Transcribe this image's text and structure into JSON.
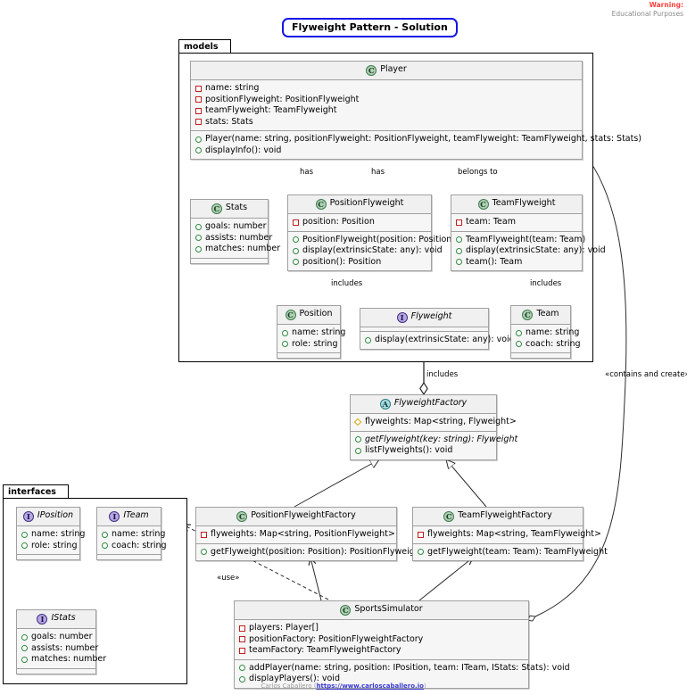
{
  "warning": {
    "line1": "Warning:",
    "line2": "Educational Purposes"
  },
  "title": "Flyweight Pattern - Solution",
  "packages": {
    "models": "models",
    "interfaces": "interfaces"
  },
  "classes": {
    "player": {
      "name": "Player",
      "stereotype": "class",
      "attributes": [
        {
          "vis": "private",
          "text": "name: string"
        },
        {
          "vis": "private",
          "text": "positionFlyweight: PositionFlyweight"
        },
        {
          "vis": "private",
          "text": "teamFlyweight: TeamFlyweight"
        },
        {
          "vis": "private",
          "text": "stats: Stats"
        }
      ],
      "methods": [
        {
          "vis": "public",
          "text": "Player(name: string, positionFlyweight: PositionFlyweight, teamFlyweight: TeamFlyweight, stats: Stats)"
        },
        {
          "vis": "public",
          "text": "displayInfo(): void"
        }
      ]
    },
    "stats": {
      "name": "Stats",
      "stereotype": "class",
      "attributes": [
        {
          "vis": "public",
          "text": "goals: number"
        },
        {
          "vis": "public",
          "text": "assists: number"
        },
        {
          "vis": "public",
          "text": "matches: number"
        }
      ],
      "methods": []
    },
    "position_flyweight": {
      "name": "PositionFlyweight",
      "stereotype": "class",
      "attributes": [
        {
          "vis": "private",
          "text": "position: Position"
        }
      ],
      "methods": [
        {
          "vis": "public",
          "text": "PositionFlyweight(position: Position)"
        },
        {
          "vis": "public",
          "text": "display(extrinsicState: any): void"
        },
        {
          "vis": "public",
          "text": "position(): Position"
        }
      ]
    },
    "team_flyweight": {
      "name": "TeamFlyweight",
      "stereotype": "class",
      "attributes": [
        {
          "vis": "private",
          "text": "team: Team"
        }
      ],
      "methods": [
        {
          "vis": "public",
          "text": "TeamFlyweight(team: Team)"
        },
        {
          "vis": "public",
          "text": "display(extrinsicState: any): void"
        },
        {
          "vis": "public",
          "text": "team(): Team"
        }
      ]
    },
    "position": {
      "name": "Position",
      "stereotype": "class",
      "attributes": [
        {
          "vis": "public",
          "text": "name: string"
        },
        {
          "vis": "public",
          "text": "role: string"
        }
      ],
      "methods": []
    },
    "flyweight": {
      "name": "Flyweight",
      "stereotype": "interface",
      "attributes": [],
      "methods": [
        {
          "vis": "public",
          "text": "display(extrinsicState: any): void"
        }
      ]
    },
    "team": {
      "name": "Team",
      "stereotype": "class",
      "attributes": [
        {
          "vis": "public",
          "text": "name: string"
        },
        {
          "vis": "public",
          "text": "coach: string"
        }
      ],
      "methods": []
    },
    "flyweight_factory": {
      "name": "FlyweightFactory",
      "stereotype": "abstract",
      "attributes": [
        {
          "vis": "protected",
          "text": "flyweights: Map<string, Flyweight>"
        }
      ],
      "methods": [
        {
          "vis": "public",
          "text": "getFlyweight(key: string): Flyweight",
          "italic": true
        },
        {
          "vis": "public",
          "text": "listFlyweights(): void"
        }
      ]
    },
    "position_flyweight_factory": {
      "name": "PositionFlyweightFactory",
      "stereotype": "class",
      "attributes": [
        {
          "vis": "private",
          "text": "flyweights: Map<string, PositionFlyweight>"
        }
      ],
      "methods": [
        {
          "vis": "public",
          "text": "getFlyweight(position: Position): PositionFlyweight"
        }
      ]
    },
    "team_flyweight_factory": {
      "name": "TeamFlyweightFactory",
      "stereotype": "class",
      "attributes": [
        {
          "vis": "private",
          "text": "flyweights: Map<string, TeamFlyweight>"
        }
      ],
      "methods": [
        {
          "vis": "public",
          "text": "getFlyweight(team: Team): TeamFlyweight"
        }
      ]
    },
    "iposition": {
      "name": "IPosition",
      "stereotype": "interface",
      "attributes": [
        {
          "vis": "public",
          "text": "name: string"
        },
        {
          "vis": "public",
          "text": "role: string"
        }
      ],
      "methods": []
    },
    "iteam": {
      "name": "ITeam",
      "stereotype": "interface",
      "attributes": [
        {
          "vis": "public",
          "text": "name: string"
        },
        {
          "vis": "public",
          "text": "coach: string"
        }
      ],
      "methods": []
    },
    "istats": {
      "name": "IStats",
      "stereotype": "interface",
      "attributes": [
        {
          "vis": "public",
          "text": "goals: number"
        },
        {
          "vis": "public",
          "text": "assists: number"
        },
        {
          "vis": "public",
          "text": "matches: number"
        }
      ],
      "methods": []
    },
    "sports_simulator": {
      "name": "SportsSimulator",
      "stereotype": "class",
      "attributes": [
        {
          "vis": "private",
          "text": "players: Player[]"
        },
        {
          "vis": "private",
          "text": "positionFactory: PositionFlyweightFactory"
        },
        {
          "vis": "private",
          "text": "teamFactory: TeamFlyweightFactory"
        }
      ],
      "methods": [
        {
          "vis": "public",
          "text": "addPlayer(name: string, position: IPosition, team: ITeam, IStats: Stats): void"
        },
        {
          "vis": "public",
          "text": "displayPlayers(): void"
        }
      ]
    }
  },
  "edge_labels": {
    "has_stats": "has",
    "has_position": "has",
    "belongs_to": "belongs to",
    "includes_position": "includes",
    "includes_team": "includes",
    "includes_factory": "includes",
    "contains_and_create": "«contains and create»",
    "use": "«use»"
  },
  "footer": {
    "author": "Carlos Caballero",
    "url": "https://www.carloscaballero.io"
  }
}
